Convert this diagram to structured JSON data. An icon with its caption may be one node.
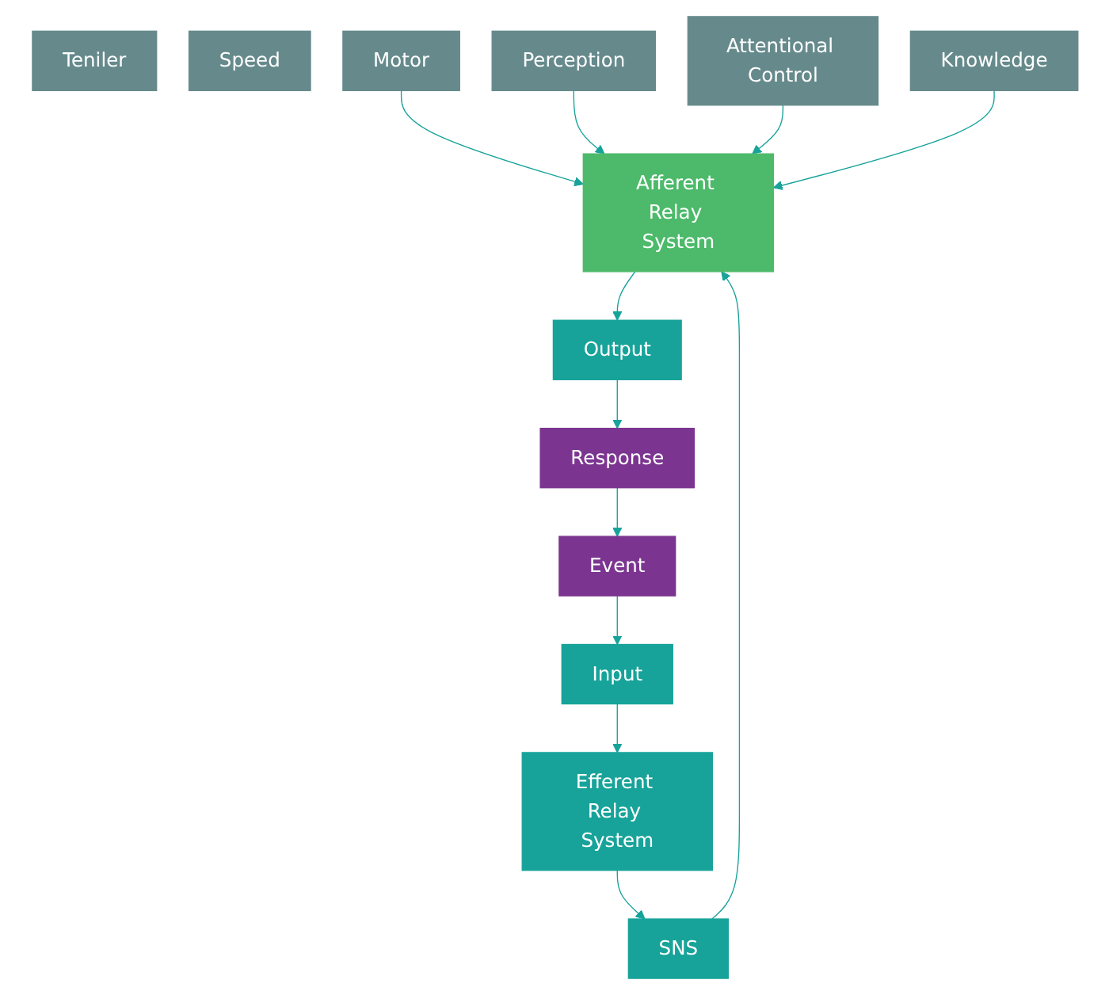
{
  "diagram": {
    "nodes": [
      {
        "text": [
          "Event"
        ]
      },
      {
        "text": [
          "Input"
        ]
      },
      {
        "text": [
          "Efferent Relay System"
        ]
      },
      {
        "text": [
          "SNS"
        ]
      },
      {
        "text": [
          "Response"
        ]
      },
      {
        "text": [
          "Output"
        ]
      },
      {
        "text": [
          "Afferent Relay System"
        ]
      },
      {
        "text": [
          "Motor"
        ]
      },
      {
        "text": [
          "Perception"
        ]
      },
      {
        "text": [
          "Attentional Control"
        ]
      },
      {
        "text": [
          "Knowledge"
        ]
      },
      {
        "text": [
          "Teniler"
        ]
      },
      {
        "text": [
          "Speed"
        ]
      }
    ],
    "edges": [
      {
        "from": 0,
        "to": 1,
        "arrow": "to"
      },
      {
        "from": 1,
        "to": 2,
        "arrow": "to"
      },
      {
        "from": 2,
        "to": 3,
        "arrow": "to"
      },
      {
        "from": 3,
        "to": 6,
        "arrow": "to"
      },
      {
        "from": 6,
        "to": 5,
        "arrow": "to"
      },
      {
        "from": 5,
        "to": 4,
        "arrow": "to"
      },
      {
        "from": 4,
        "to": 0,
        "arrow": "to"
      },
      {
        "from": 7,
        "to": 6,
        "arrow": "to"
      },
      {
        "from": 8,
        "to": 6,
        "arrow": "to"
      },
      {
        "from": 9,
        "to": 6,
        "arrow": "to"
      },
      {
        "from": 10,
        "to": 6,
        "arrow": "to"
      }
    ]
  }
}
